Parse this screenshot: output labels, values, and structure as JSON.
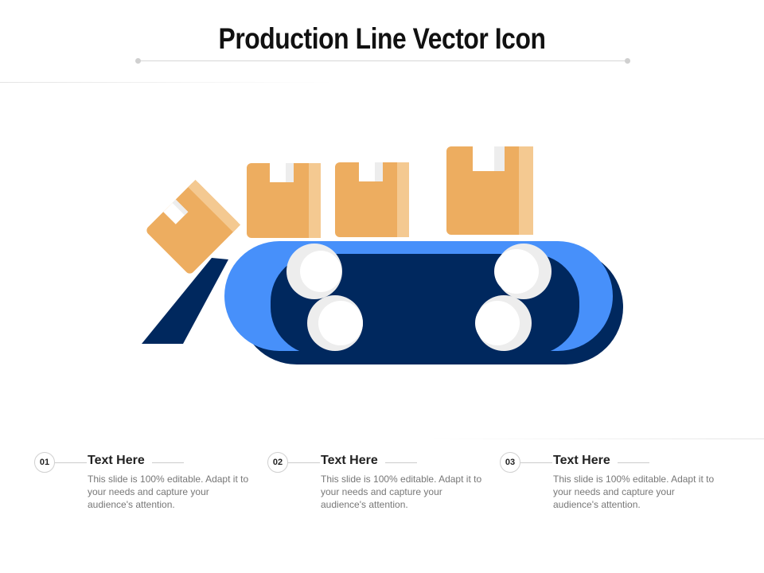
{
  "slide": {
    "title": "Production Line Vector Icon"
  },
  "icon": {
    "name": "conveyor-belt-boxes-icon",
    "colors": {
      "box": "#EDAD60",
      "box_shade": "#F4C991",
      "belt_dark": "#00285E",
      "belt_light": "#4790FA",
      "roller": "#FFFFFF",
      "roller_shade": "#EDEDED"
    }
  },
  "items": [
    {
      "number": "01",
      "title": "Text Here",
      "body": "This slide is 100% editable. Adapt it to your needs and capture your audience's attention."
    },
    {
      "number": "02",
      "title": "Text Here",
      "body": "This slide is 100% editable. Adapt it to your needs and capture your audience's attention."
    },
    {
      "number": "03",
      "title": "Text Here",
      "body": "This slide is 100% editable. Adapt it to your needs and capture your audience's attention."
    }
  ]
}
